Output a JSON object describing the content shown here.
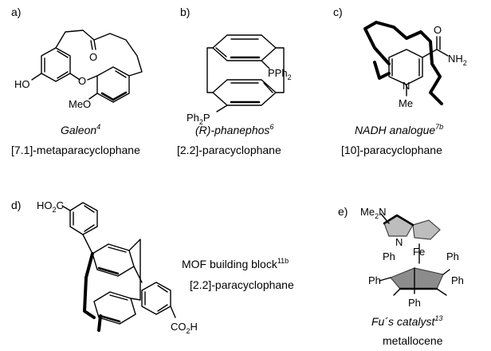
{
  "panels": {
    "a": {
      "label": "a)",
      "atoms": {
        "oxo": "O",
        "ether": "O",
        "hydroxyl": "HO",
        "methoxy": "MeO"
      },
      "name": "Galeon",
      "ref": "4",
      "type": "[7.1]-metaparacyclophane"
    },
    "b": {
      "label": "b)",
      "atoms": {
        "pph2_top": "PPh",
        "pph2_top_sub": "2",
        "pph2_bottom": "Ph",
        "pph2_bottom_sub": "2",
        "pph2_bottom_p": "P"
      },
      "name": "(R)-phanephos",
      "ref": "6",
      "type": "[2.2]-paracyclophane"
    },
    "c": {
      "label": "c)",
      "atoms": {
        "amide_o": "O",
        "amide_n": "NH",
        "amide_n_sub": "2",
        "ring_n": "N",
        "methyl": "Me"
      },
      "name": "NADH analogue",
      "ref": "7b",
      "type": "[10]-paracyclophane"
    },
    "d": {
      "label": "d)",
      "atoms": {
        "acid_top": "HO",
        "acid_top_sub": "2",
        "acid_top_c": "C",
        "acid_bottom": "CO",
        "acid_bottom_sub": "2",
        "acid_bottom_h": "H"
      },
      "name": "MOF building block",
      "ref": "11b",
      "type": "[2.2]-paracyclophane"
    },
    "e": {
      "label": "e)",
      "atoms": {
        "nme2": "Me",
        "nme2_sub": "2",
        "nme2_n": "N",
        "ring_n": "N",
        "fe": "Fe",
        "ph1": "Ph",
        "ph2": "Ph",
        "ph3": "Ph",
        "ph4": "Ph",
        "ph5": "Ph"
      },
      "name": "Fu´s catalyst",
      "ref": "13",
      "type": "metallocene"
    }
  }
}
